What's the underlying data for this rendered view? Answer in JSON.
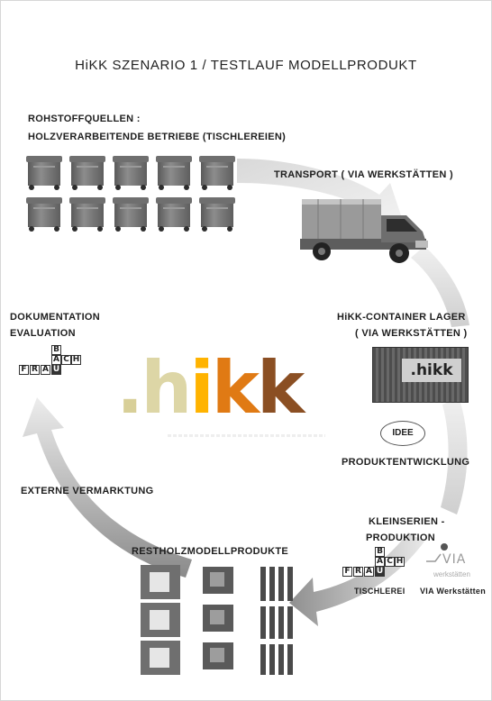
{
  "title": "HiKK SZENARIO 1 / TESTLAUF MODELLPRODUKT",
  "labels": {
    "rohstoff_line1": "ROHSTOFFQUELLEN :",
    "rohstoff_line2": "HOLZVERARBEITENDE BETRIEBE (TISCHLEREIEN)",
    "transport": "TRANSPORT ( VIA WERKSTÄTTEN )",
    "lager_line1": "HiKK-CONTAINER LAGER",
    "lager_line2": "( VIA WERKSTÄTTEN )",
    "container_label": ".hikk",
    "idee": "IDEE",
    "produktentwicklung": "PRODUKTENTWICKLUNG",
    "kleinserien_line1": "KLEINSERIEN -",
    "kleinserien_line2": "PRODUKTION",
    "tischlerei": "TISCHLEREI",
    "via_werkstaetten": "VIA Werkstätten",
    "via_logo": "VIA",
    "via_logo_sub": "werkstätten",
    "restholz": "RESTHOLZMODELLPRODUKTE",
    "externe": "EXTERNE VERMARKTUNG",
    "doku_line1": "DOKUMENTATION",
    "doku_line2": "EVALUATION"
  },
  "logo": {
    "dot": ".",
    "h": "h",
    "i": "i",
    "k1": "k",
    "k2": "k",
    "colors": {
      "dot": "#d8cf98",
      "h": "#ddd6a6",
      "i": "#ffb300",
      "k1": "#e07a14",
      "k2": "#8b4f23"
    }
  },
  "bachfrau": {
    "b": "B",
    "a": "A",
    "c": "C",
    "h": "H",
    "f": "F",
    "r": "R",
    "a2": "A",
    "u": "U"
  },
  "colors": {
    "arrow_light": "#e6e6e6",
    "arrow_dark": "#a9a9a9"
  }
}
